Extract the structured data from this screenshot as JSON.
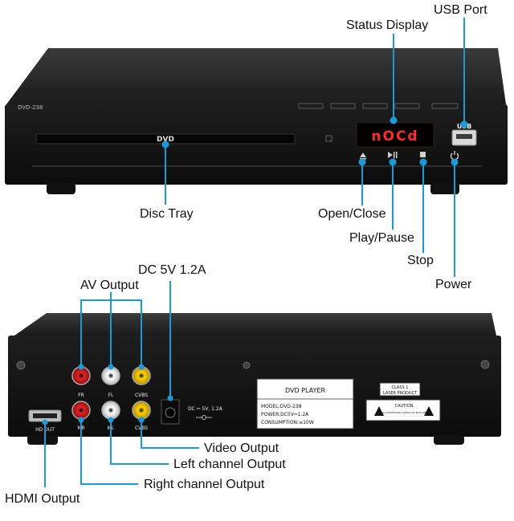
{
  "colors": {
    "body": "#141414",
    "callout_line": "#1a9bd7",
    "display_red": "#ff2a2a",
    "label_white": "#f0f0f0"
  },
  "front": {
    "model": "DVD-238",
    "tray_label": "DVD",
    "display_text": "nOCd",
    "usb_label": "USB",
    "callouts": {
      "usb_port": "USB Port",
      "status_display": "Status Display",
      "disc_tray": "Disc Tray",
      "open_close": "Open/Close",
      "play_pause": "Play/Pause",
      "stop": "Stop",
      "power": "Power"
    },
    "button_icons": [
      "eject-icon",
      "play-pause-icon",
      "stop-icon",
      "power-icon"
    ]
  },
  "back": {
    "jack_labels": {
      "fr": "FR",
      "fl": "FL",
      "cvbs_top": "CVBS",
      "mr": "MR",
      "ml": "ML",
      "cvbs_bottom": "CVBS",
      "hd_out": "HD OUT"
    },
    "dc_label": "DC ⎓ 5V, 1.2A",
    "sticker": {
      "title": "DVD PLAYER",
      "model": "MODEL:DVD-238",
      "power": "POWER:DC5V⎓1.2A",
      "consumption": "CONSUMPTION:≤10W"
    },
    "laser_label": {
      "class_line1": "CLASS 1",
      "class_line2": "LASER PRODUCT",
      "caution": "CAUTION",
      "warning": "RISK OF ELECTRIC SHOCK DO NOT OPEN"
    },
    "callouts": {
      "dc_input": "DC 5V 1.2A",
      "av_output": "AV Output",
      "video_output": "Video Output",
      "left_output": "Left channel Output",
      "right_output": "Right channel Output",
      "hdmi_output": "HDMI Output"
    }
  }
}
